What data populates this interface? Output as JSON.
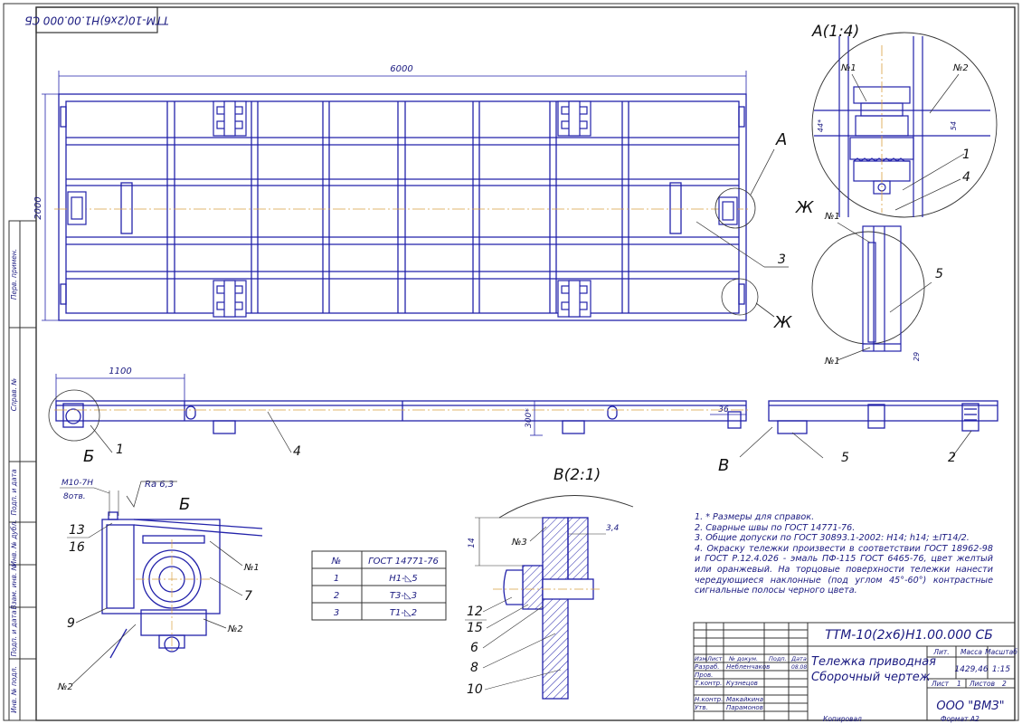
{
  "stamp": {
    "rotated_code": "ТТМ-10(2х6)Н1.00.000 СБ",
    "designation": "ТТМ-10(2х6)Н1.00.000 СБ",
    "name_line1": "Тележка приводная",
    "name_line2": "Сборочный чертеж",
    "head_lit": "Лит.",
    "head_mass": "Масса",
    "head_scale": "Масштаб",
    "mass": "1429,46",
    "scale": "1:15",
    "sheet_label": "Лист",
    "sheet_value": "1",
    "sheets_label": "Листов",
    "sheets_value": "2",
    "company": "ООО \"ВМЗ\"",
    "copied": "Копировал",
    "format": "Формат   А2",
    "columns": [
      "Изм",
      "Лист",
      "№ докум.",
      "Подп.",
      "Дата"
    ],
    "date_value": "08.08",
    "roles": [
      {
        "role": "Разраб.",
        "person": "Небленчаков"
      },
      {
        "role": "Пров.",
        "person": ""
      },
      {
        "role": "Т.контр.",
        "person": "Кузнецов"
      },
      {
        "role": "",
        "person": ""
      },
      {
        "role": "Н.контр.",
        "person": "Макайкина"
      },
      {
        "role": "Утв.",
        "person": "Парамонов"
      }
    ]
  },
  "side_strip": [
    "Перв. примен.",
    "Справ. №",
    "Подп. и дата",
    "Инв. № дубл.",
    "Взам. инв. №",
    "Подп. и дата",
    "Инв. № подл."
  ],
  "views": {
    "detail_a_title": "А(1:4)",
    "detail_b_title": "Б",
    "detail_v_title": "В(2:1)",
    "callout_a": "А",
    "callout_zh": "Ж",
    "callout_b": "Б",
    "callout_v": "В"
  },
  "dimensions": {
    "length": "6000",
    "width": "2000",
    "offset": "1100",
    "height": "300*",
    "d36": "36",
    "d44": "44*",
    "d54": "54",
    "d29": "29",
    "d14": "14",
    "d34": "3,4",
    "thread": "М10-7Н",
    "thread_depth": "8отв.",
    "roughness": "Ra 6,3"
  },
  "positions": {
    "p1": "1",
    "p2": "2",
    "p3": "3",
    "p4": "4",
    "p5": "5",
    "p6": "6",
    "p7": "7",
    "p8": "8",
    "p9": "9",
    "p10": "10",
    "p12": "12",
    "p13": "13",
    "p15": "15",
    "p16": "16",
    "w1": "№1",
    "w2": "№2",
    "w3": "№3"
  },
  "weld_table": {
    "head_no": "№",
    "head_std": "ГОСТ 14771-76",
    "rows": [
      {
        "no": "1",
        "code": "Н1-◺5"
      },
      {
        "no": "2",
        "code": "Т3-◺3"
      },
      {
        "no": "3",
        "code": "Т1-◺2"
      }
    ]
  },
  "notes": [
    "1. * Размеры для справок.",
    "2. Сварные швы по ГОСТ 14771-76.",
    "3. Общие допуски по ГОСТ 30893.1-2002: Н14; h14; ±IT14/2.",
    "4. Окраску тележки произвести в соответствии  ГОСТ 18962-98 и ГОСТ Р.12.4.026 - эмаль ПФ-115 ГОСТ 6465-76, цвет желтый или оранжевый.  На  торцовые  поверхности  тележки  нанести чередующиеся  наклонные  (под  углом  45°-60°)  контрастные сигнальные полосы черного цвета."
  ],
  "colors": {
    "ink": "#1a1a80",
    "frame": "#000000",
    "line": "#2222aa"
  }
}
